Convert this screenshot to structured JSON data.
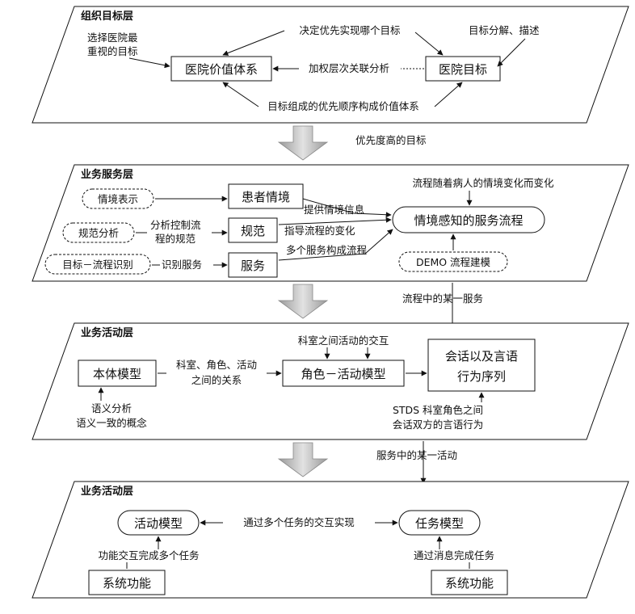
{
  "layers": {
    "org": {
      "title": "组织目标层",
      "box_value_system": "医院价值体系",
      "box_goals": "医院目标",
      "lbl_select_l1": "选择医院最",
      "lbl_select_l2": "重视的目标",
      "lbl_decide": "决定优先实现哪个目标",
      "lbl_decompose": "目标分解、描述",
      "lbl_ahp": "加权层次关联分析",
      "lbl_priority": "目标组成的优先顺序构成价值体系"
    },
    "service": {
      "title": "业务服务层",
      "pill_context_repr": "情境表示",
      "pill_norm_analysis": "规范分析",
      "pill_goal_process": "目标－流程识别",
      "pill_demo": "DEMO 流程建模",
      "box_patient_context": "患者情境",
      "box_norm": "规范",
      "box_service": "服务",
      "box_context_aware": "情境感知的服务流程",
      "lbl_flow_change": "流程随着病人的情境变化而变化",
      "lbl_provide_info": "提供情境信息",
      "lbl_guide_change": "指导流程的变化",
      "lbl_multi_service": "多个服务构成流程",
      "lbl_analyze_l1": "分析控制流",
      "lbl_analyze_l2": "程的规范",
      "lbl_identify_service": "识别服务"
    },
    "activity1": {
      "title": "业务活动层",
      "box_ontology": "本体模型",
      "box_role_activity": "角色－活动模型",
      "box_speech_l1": "会话以及言语",
      "box_speech_l2": "行为序列",
      "lbl_interact": "科室之间活动的交互",
      "lbl_relation_l1": "科室、角色、活动",
      "lbl_relation_l2": "之间的关系",
      "lbl_semantic_l1": "语义分析",
      "lbl_semantic_l2": "语义一致的概念",
      "lbl_stds_l1": "STDS 科室角色之间",
      "lbl_stds_l2": "会话双方的言语行为"
    },
    "activity2": {
      "title": "业务活动层",
      "pill_activity_model": "活动模型",
      "pill_task_model": "任务模型",
      "box_sys_func_l": "系统功能",
      "box_sys_func_r": "系统功能",
      "lbl_multi_task": "通过多个任务的交互实现",
      "lbl_func_interact": "功能交互完成多个任务",
      "lbl_msg_task": "通过消息完成任务"
    }
  },
  "between": {
    "high_priority": "优先度高的目标",
    "one_service": "流程中的某一服务",
    "one_activity": "服务中的某一活动"
  }
}
